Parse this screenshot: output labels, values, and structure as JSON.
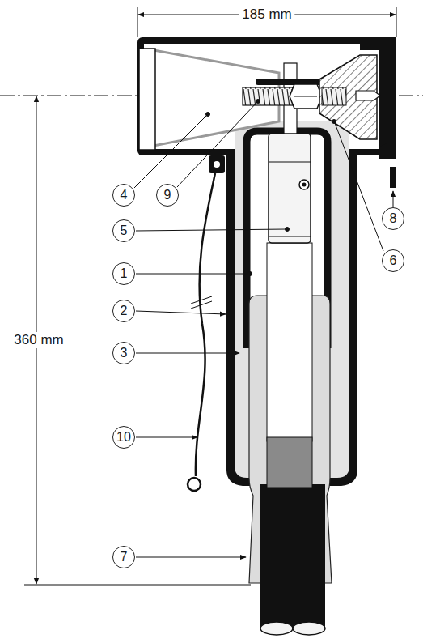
{
  "diagram": {
    "labels": [
      "185 mm",
      "360 mm",
      "8",
      "4",
      "9",
      "6",
      "5",
      "1",
      "2",
      "3",
      "10",
      "7"
    ]
  }
}
